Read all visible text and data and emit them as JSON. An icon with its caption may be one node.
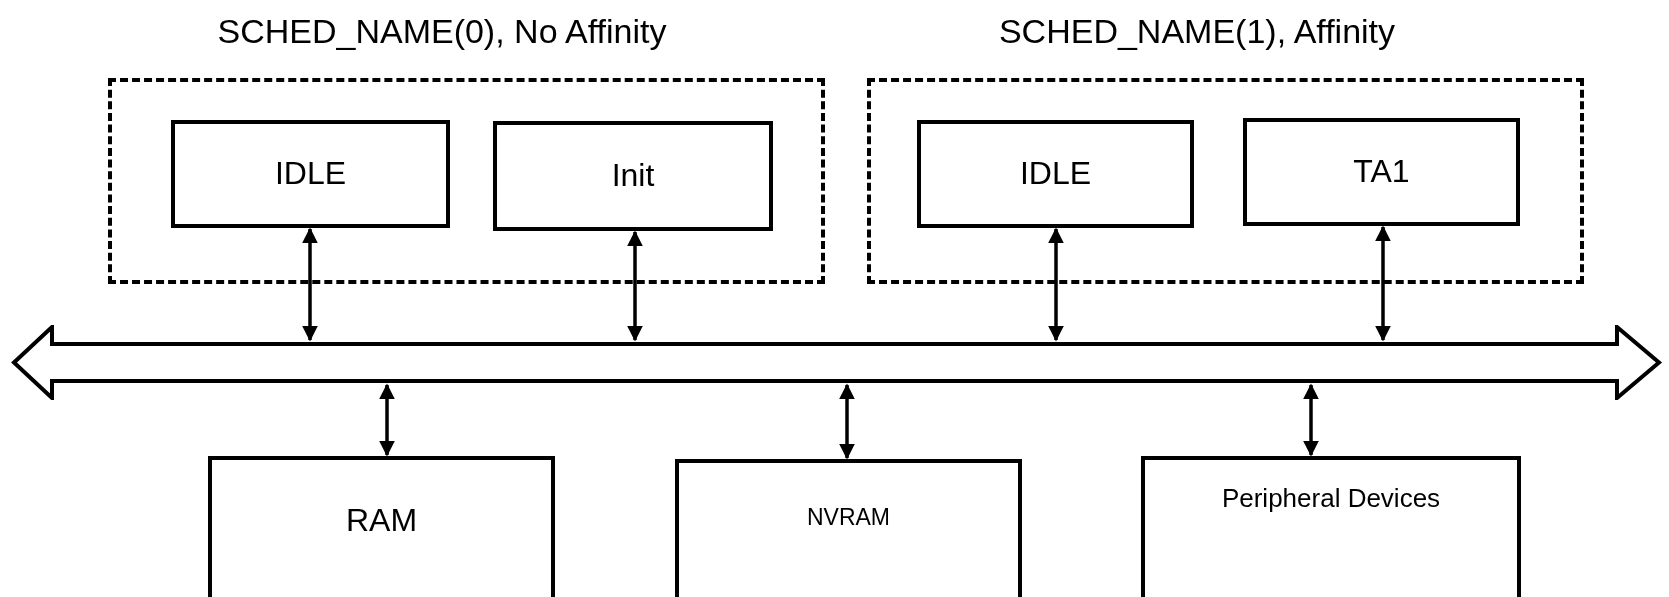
{
  "diagram": {
    "nodes": [
      {
        "text": [
          "SCHED_NAME(0), No Affinity"
        ]
      },
      {
        "text": [
          "IDLE"
        ],
        "in": 0
      },
      {
        "text": [
          "Init"
        ],
        "in": 0
      },
      {
        "text": [
          "SCHED_NAME(1), Affinity"
        ]
      },
      {
        "text": [
          "IDLE"
        ],
        "in": 3
      },
      {
        "text": [
          "TA1"
        ],
        "in": 3
      },
      {
        "text": [],
        "shape": "bar"
      },
      {
        "text": [
          "RAM"
        ]
      },
      {
        "text": [
          "NVRAM"
        ]
      },
      {
        "text": [
          "Peripheral Devices"
        ]
      }
    ],
    "edges": [
      {
        "from": 1,
        "to": 6,
        "arrow": "both"
      },
      {
        "from": 2,
        "to": 6,
        "arrow": "both"
      },
      {
        "from": 4,
        "to": 6,
        "arrow": "both"
      },
      {
        "from": 5,
        "to": 6,
        "arrow": "both"
      },
      {
        "from": 6,
        "to": 7,
        "arrow": "both"
      },
      {
        "from": 6,
        "to": 8,
        "arrow": "both"
      },
      {
        "from": 6,
        "to": 9,
        "arrow": "both"
      }
    ]
  }
}
